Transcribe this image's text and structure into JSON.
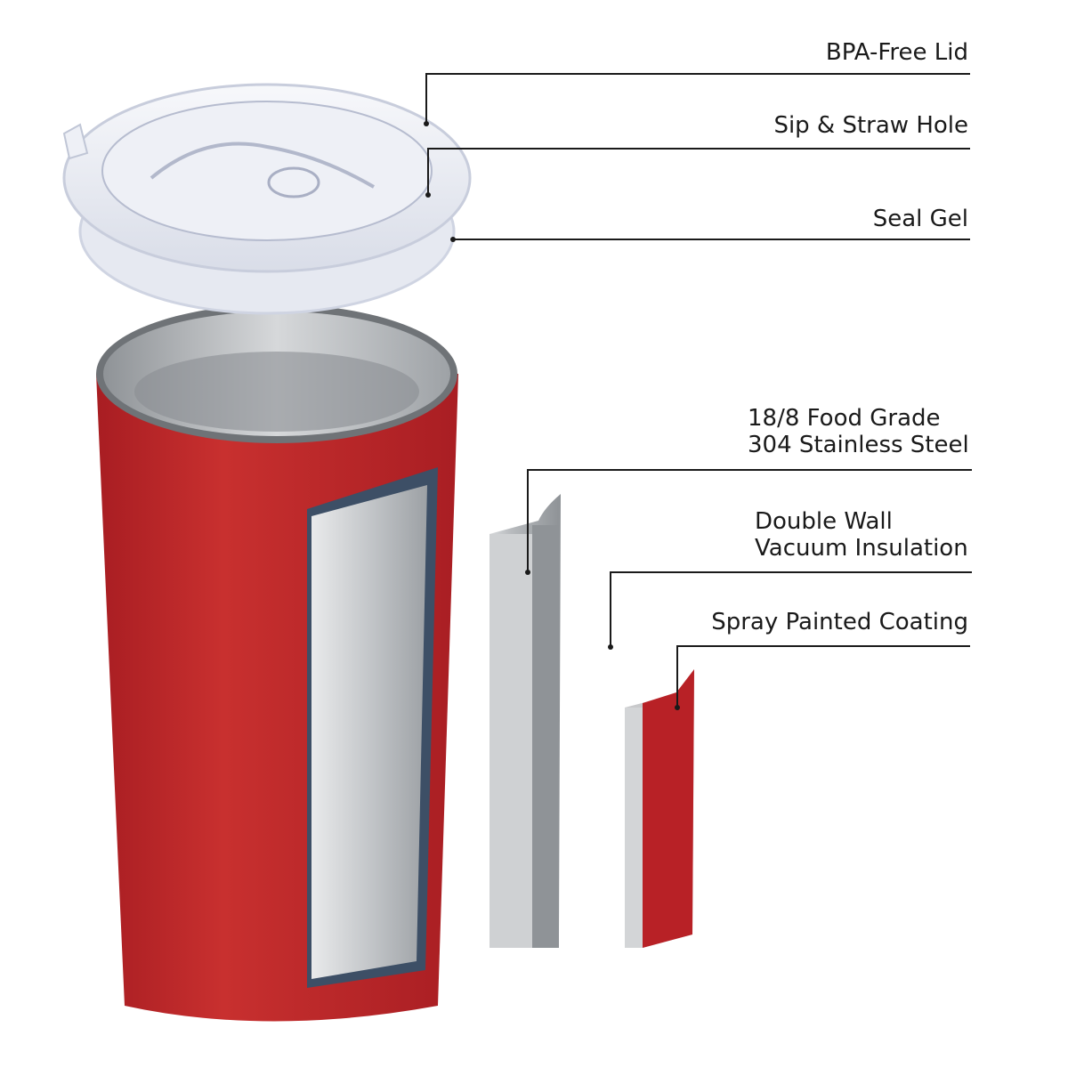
{
  "callouts": {
    "lid": "BPA-Free Lid",
    "sip_hole": "Sip & Straw Hole",
    "seal": "Seal Gel",
    "steel_line1": "18/8 Food Grade",
    "steel_line2": "304 Stainless Steel",
    "insulation_line1": "Double Wall",
    "insulation_line2": "Vacuum Insulation",
    "coating": "Spray Painted Coating"
  },
  "colors": {
    "tumbler_red": "#c0252b",
    "steel": "#b9bcbf",
    "lid": "#e8ecf3",
    "line": "#1a1a1a"
  }
}
